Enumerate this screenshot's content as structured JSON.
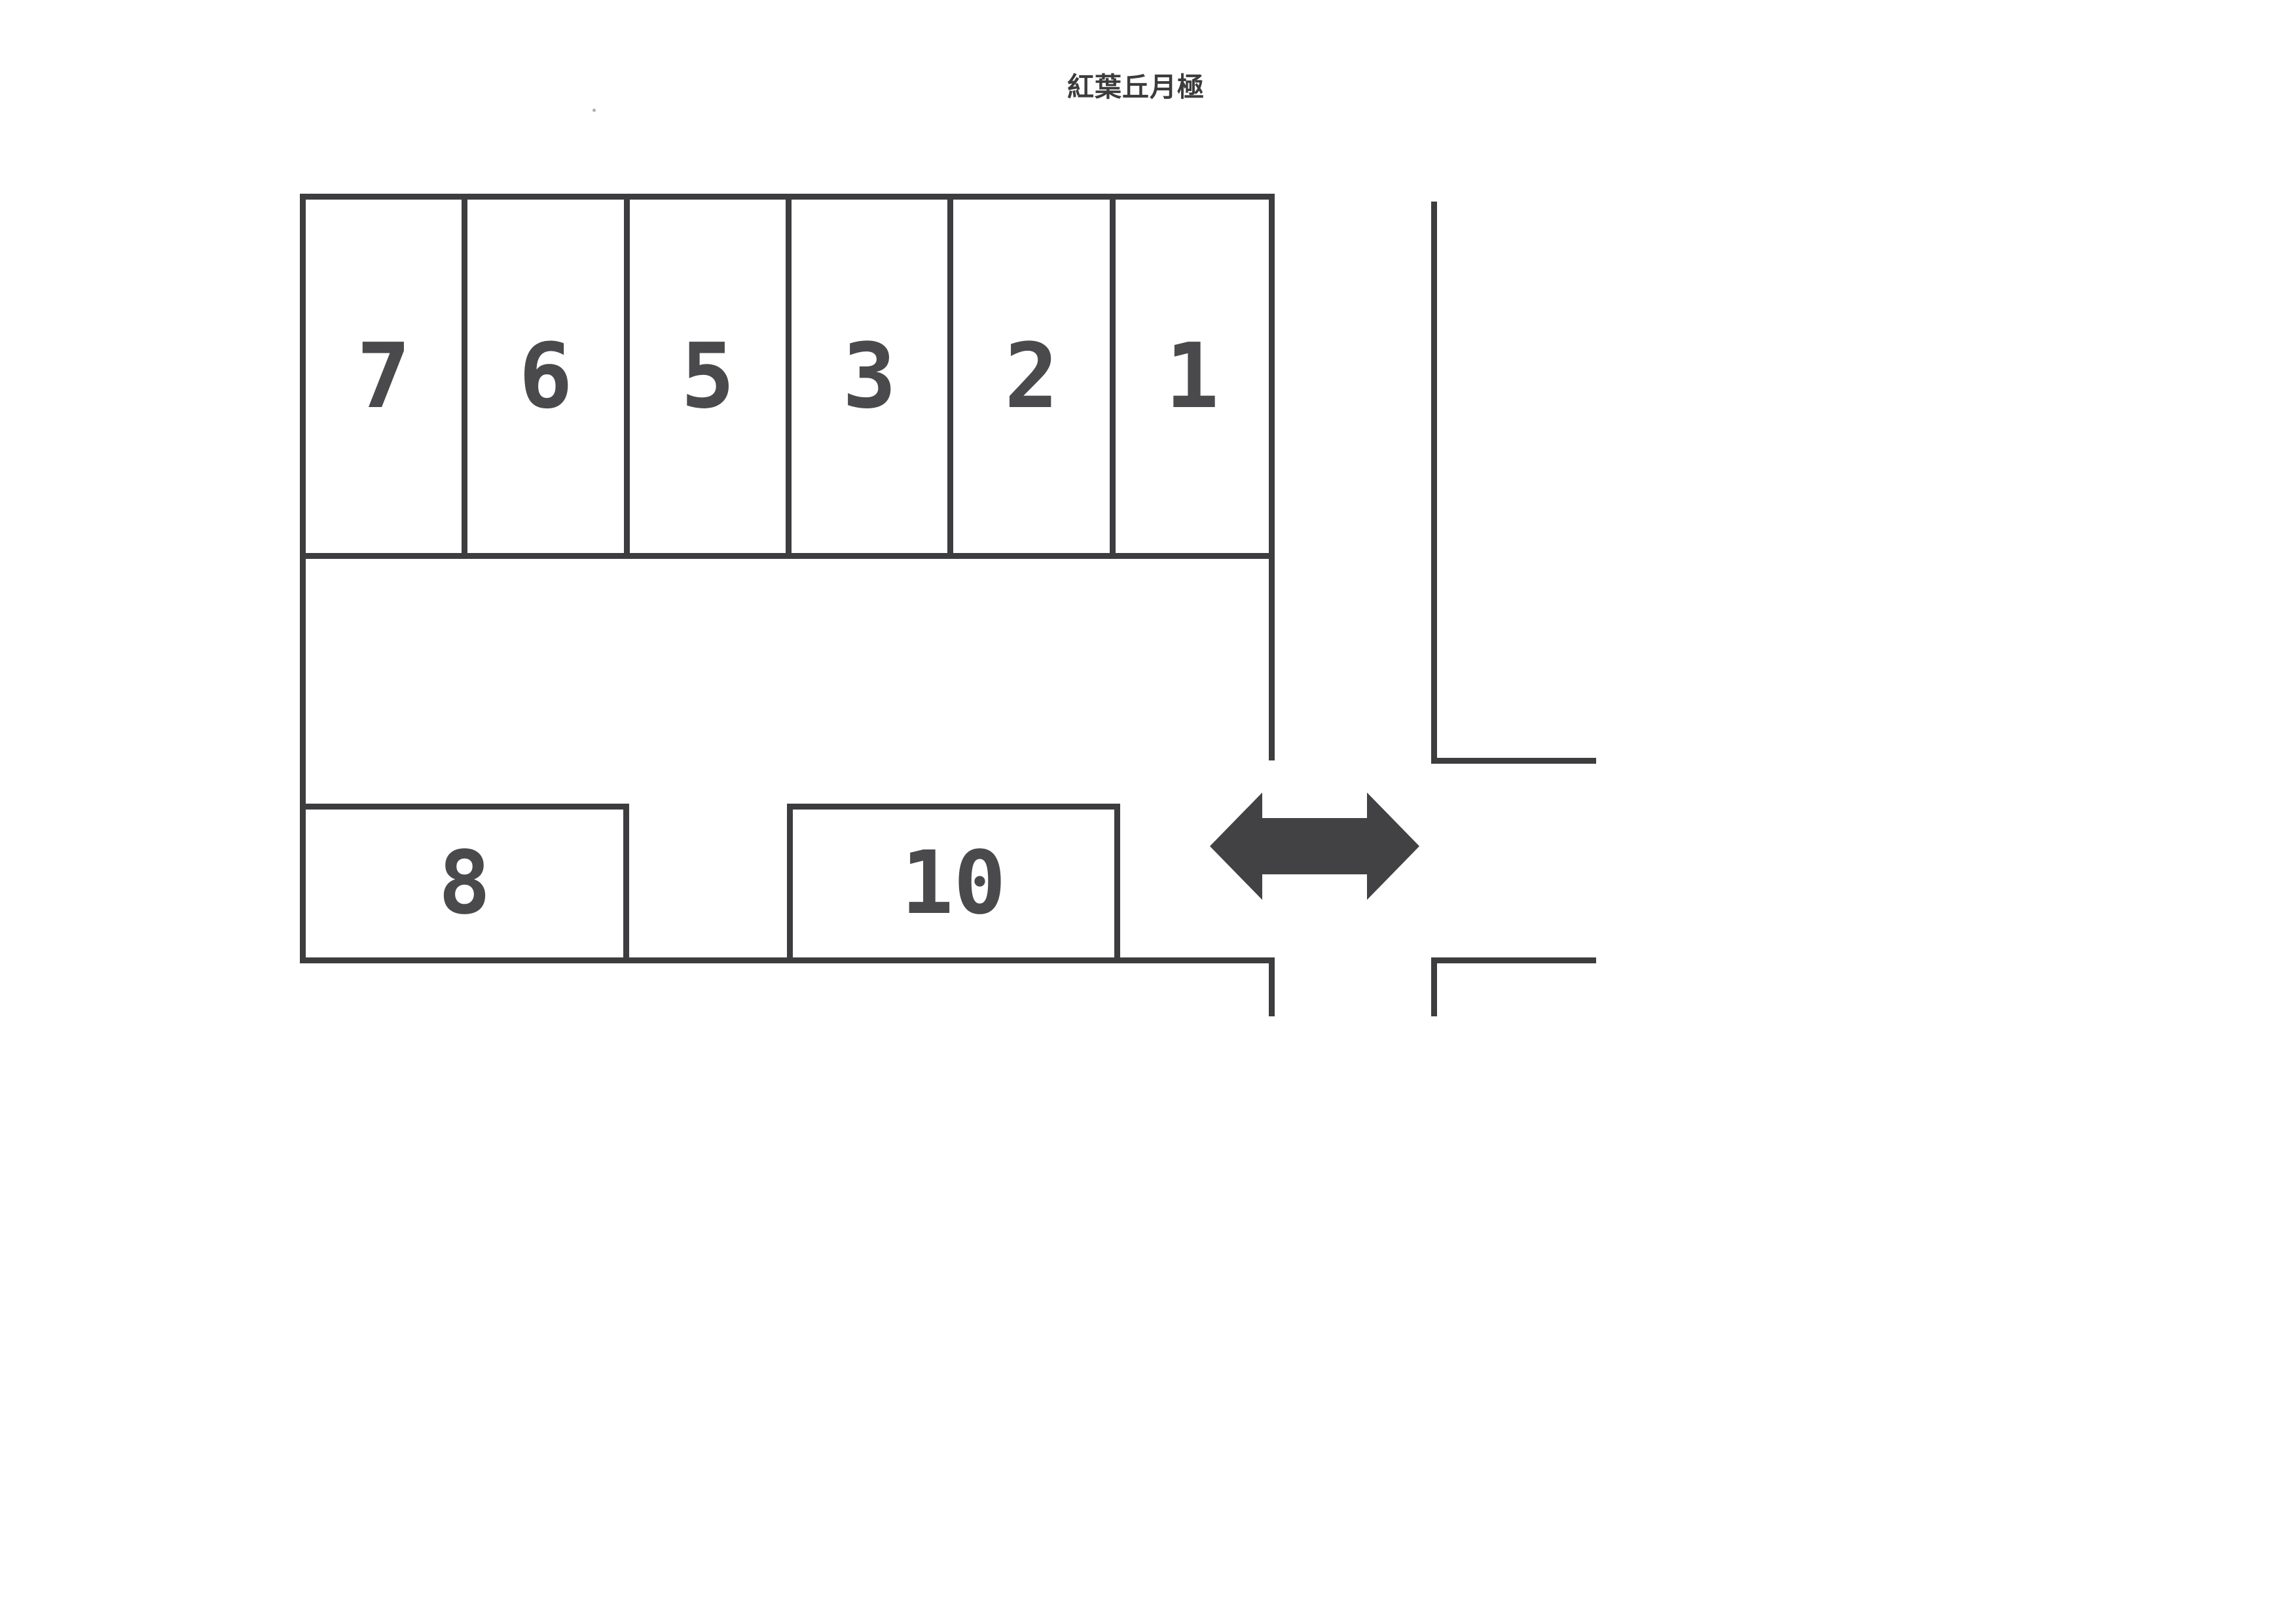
{
  "title": "紅葉丘月極",
  "colors": {
    "background": "#ffffff",
    "line": "#3d3d40",
    "digit": "#4a4a4d",
    "title_text": "#3c3c3c",
    "arrow": "#424245"
  },
  "stalls": {
    "top_row": [
      {
        "label": "7"
      },
      {
        "label": "6"
      },
      {
        "label": "5"
      },
      {
        "label": "3"
      },
      {
        "label": "2"
      },
      {
        "label": "1"
      }
    ],
    "bottom_row": [
      {
        "label": "8"
      },
      {
        "label": "10"
      }
    ]
  },
  "road": {
    "two_way_arrow_icon": "double-headed-horizontal-arrow"
  }
}
